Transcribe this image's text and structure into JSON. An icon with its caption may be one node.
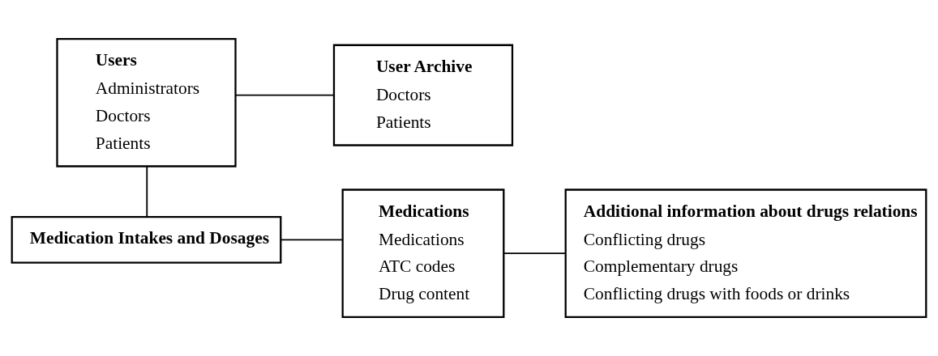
{
  "diagram": {
    "nodes": [
      {
        "text": [
          "Users",
          "Administrators",
          "Doctors",
          "Patients"
        ]
      },
      {
        "text": [
          "User Archive",
          "Doctors",
          "Patients"
        ]
      },
      {
        "text": [
          "Medication Intakes and Dosages"
        ]
      },
      {
        "text": [
          "Medications",
          "Medications",
          "ATC codes",
          "Drug content"
        ]
      },
      {
        "text": [
          "Additional information about drugs relations",
          "Conflicting drugs",
          "Complementary drugs",
          "Conflicting drugs with foods or drinks"
        ]
      }
    ],
    "edges": [
      {
        "from": 0,
        "to": 1,
        "arrow": "none"
      },
      {
        "from": 0,
        "to": 2,
        "arrow": "none"
      },
      {
        "from": 2,
        "to": 3,
        "arrow": "none"
      },
      {
        "from": 3,
        "to": 4,
        "arrow": "none"
      }
    ]
  }
}
